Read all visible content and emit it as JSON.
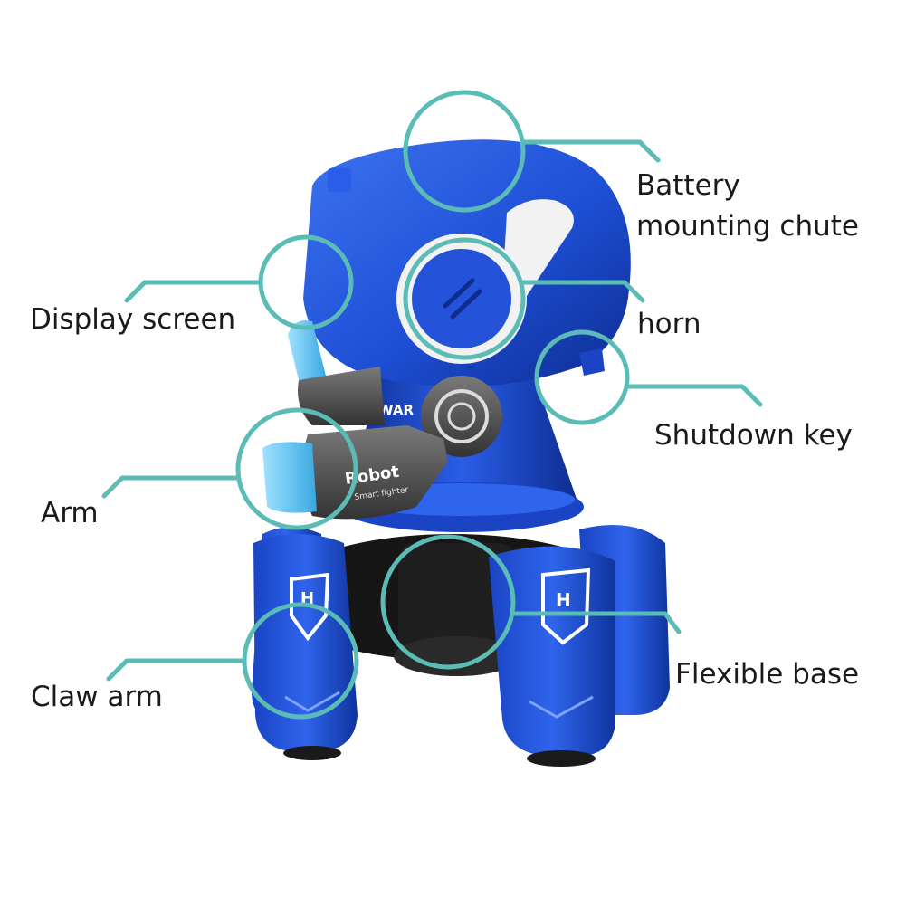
{
  "colors": {
    "robot_blue": "#1e4fd6",
    "robot_blue_dark": "#0d2c8f",
    "robot_blue_light": "#3d73f0",
    "gray": "#4a4a4a",
    "gray_light": "#8a8a8a",
    "white_part": "#f2f2f2",
    "accent_led": "#5fc4f0",
    "callout": "#5bbcb6",
    "label_text": "#1a1a1a"
  },
  "robot_print": {
    "brand": "Robot",
    "sub": "Smart fighter",
    "badge": "H",
    "chest": "WAR"
  },
  "callouts": [
    {
      "id": "battery",
      "text": "Battery mounting chute"
    },
    {
      "id": "horn",
      "text": "horn"
    },
    {
      "id": "shutdown",
      "text": "Shutdown key"
    },
    {
      "id": "display",
      "text": "Display screen"
    },
    {
      "id": "arm",
      "text": "Arm"
    },
    {
      "id": "claw",
      "text": "Claw arm"
    },
    {
      "id": "base",
      "text": "Flexible base"
    }
  ]
}
